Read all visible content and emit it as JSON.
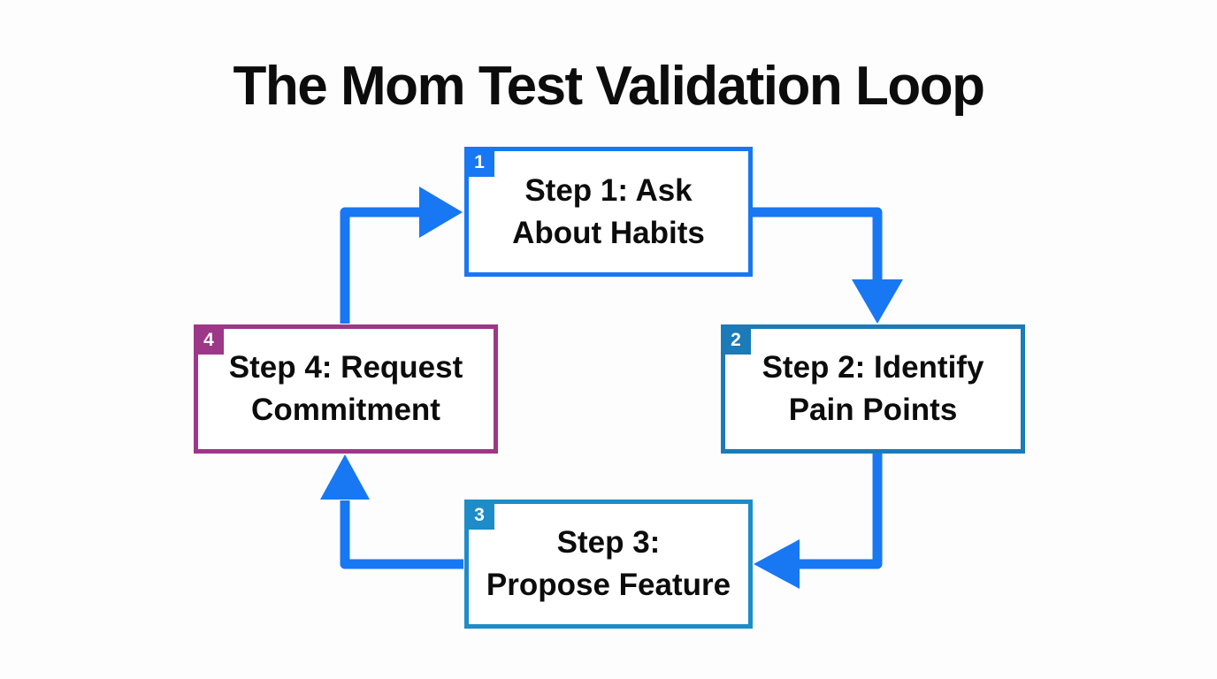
{
  "title": "The Mom Test Validation Loop",
  "colors": {
    "background": "#FDFDFD",
    "text": "#0C0C0C",
    "arrow": "#1877F2",
    "step1": "#1877F2",
    "step2": "#1B7AB8",
    "step3": "#1D8CC8",
    "step4": "#9D3787",
    "boxbg": "#FFFFFF"
  },
  "steps": [
    {
      "number": "1",
      "line1": "Step 1: Ask",
      "line2": "About Habits"
    },
    {
      "number": "2",
      "line1": "Step 2: Identify",
      "line2": "Pain Points"
    },
    {
      "number": "3",
      "line1": "Step 3:",
      "line2": "Propose Feature"
    },
    {
      "number": "4",
      "line1": "Step 4: Request",
      "line2": "Commitment"
    }
  ]
}
